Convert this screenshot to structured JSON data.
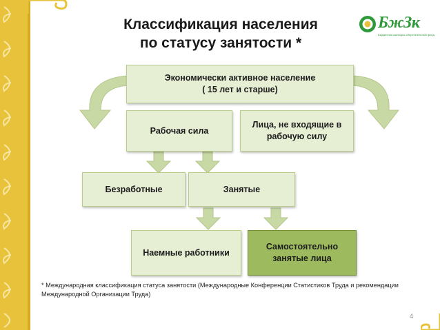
{
  "title": {
    "line1": "Классификация населения",
    "line2": "по статусу занятости *"
  },
  "logo": {
    "name": "БжЗк",
    "subtitle": "Бюджетная жилищно-сберегательный фонд"
  },
  "diagram": {
    "nodes": {
      "economically_active": "Экономически активное население\n( 15 лет и старше)",
      "labor_force": "Рабочая сила",
      "not_in_labor_force": "Лица, не входящие в\nрабочую  силу",
      "unemployed": "Безработные",
      "employed": "Занятые",
      "hired_workers": "Наемные работники",
      "self_employed": "Самостоятельно\nзанятые лица"
    }
  },
  "footnote": "*  Международная  классификация  статуса  занятости  (Международные  Конференции  Статистиков Труда и рекомендации Международной Организации Труда)",
  "page_number": "4",
  "colors": {
    "box_fill": "#e6eed4",
    "box_border": "#b8cc8c",
    "highlight_fill": "#9dbb5e",
    "arrow": "#c9d9a6",
    "border_gold": "#e9c23c"
  }
}
